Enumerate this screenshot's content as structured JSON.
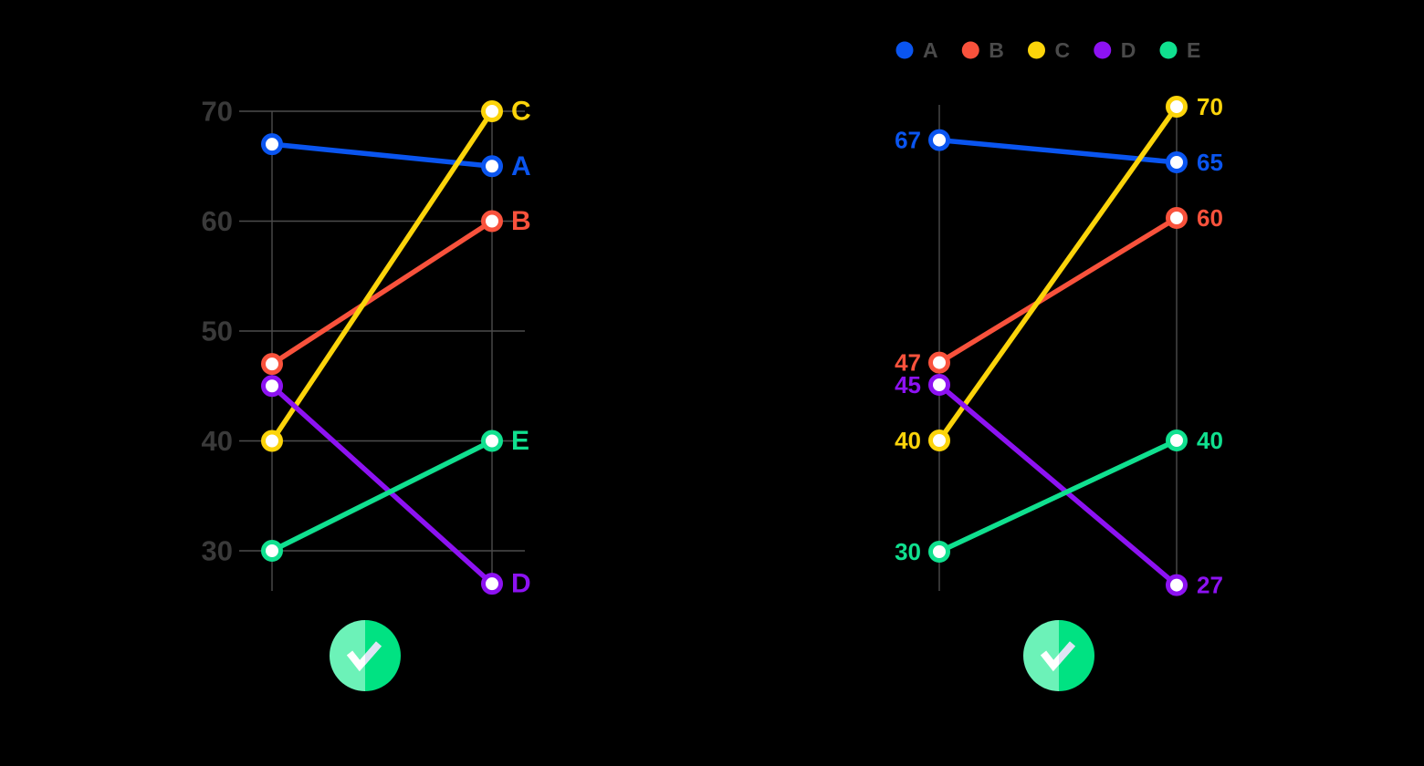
{
  "page": {
    "background": "#000000"
  },
  "palette": {
    "A": "#0A55F0",
    "B": "#F9523C",
    "C": "#FCD40A",
    "D": "#8D12F2",
    "E": "#10E08F"
  },
  "text_colors": {
    "axis_ticks": "#3A3A3A",
    "legend_labels": "#4A4A4A"
  },
  "gridline_color": "#4C4C4C",
  "chart_data": [
    {
      "type": "line",
      "subtype": "slopegraph",
      "title": "",
      "yticks": [
        70,
        60,
        50,
        40,
        30
      ],
      "ylim": [
        26,
        72
      ],
      "grid": "horizontal-and-vertical",
      "legend": false,
      "direct_labels": "series-name-at-line-end",
      "series": [
        {
          "name": "A",
          "values": [
            67,
            65
          ]
        },
        {
          "name": "B",
          "values": [
            47,
            60
          ]
        },
        {
          "name": "C",
          "values": [
            40,
            70
          ]
        },
        {
          "name": "D",
          "values": [
            45,
            27
          ]
        },
        {
          "name": "E",
          "values": [
            30,
            40
          ]
        }
      ]
    },
    {
      "type": "line",
      "subtype": "slopegraph",
      "title": "",
      "yticks": [],
      "ylim": [
        26,
        72
      ],
      "grid": "vertical-only",
      "legend": true,
      "legend_position": "top",
      "legend_entries": [
        "A",
        "B",
        "C",
        "D",
        "E"
      ],
      "direct_labels": "values-at-both-ends",
      "series": [
        {
          "name": "A",
          "values": [
            67,
            65
          ]
        },
        {
          "name": "B",
          "values": [
            47,
            60
          ]
        },
        {
          "name": "C",
          "values": [
            40,
            70
          ]
        },
        {
          "name": "D",
          "values": [
            45,
            27
          ]
        },
        {
          "name": "E",
          "values": [
            30,
            40
          ]
        }
      ]
    }
  ],
  "verdict": {
    "icon": "check",
    "circle_left_color": "#6CF2B8",
    "circle_right_color": "#00E282",
    "check_left_color": "#FFFFFF",
    "check_right_color": "#DEE4F5"
  }
}
